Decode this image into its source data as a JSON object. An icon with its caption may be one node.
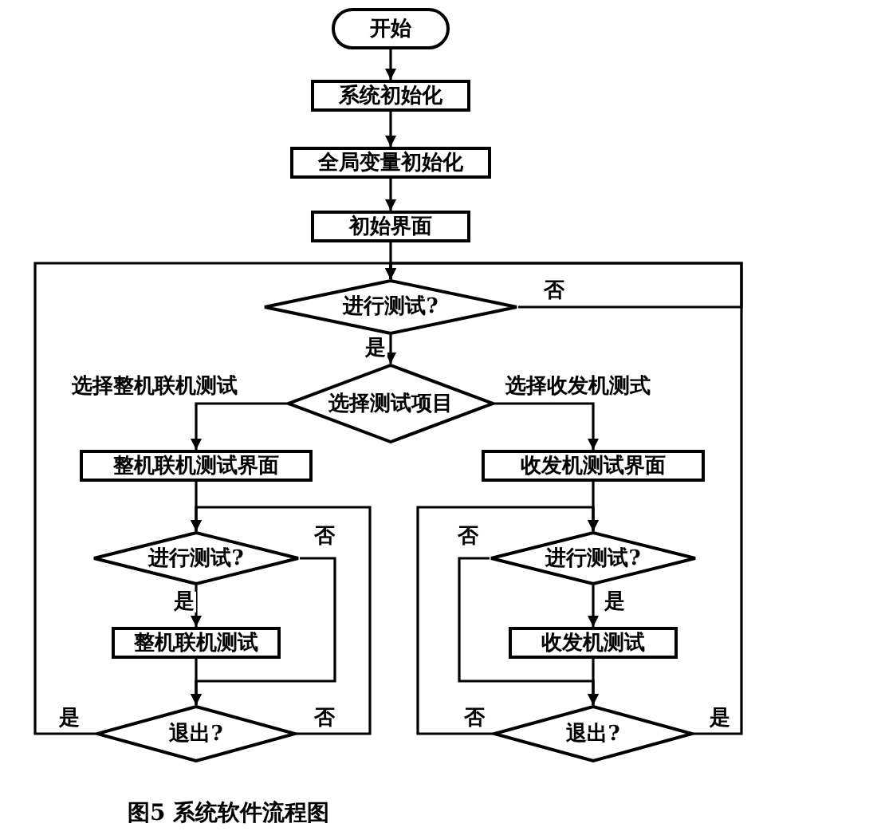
{
  "diagram": {
    "caption": "图5 系统软件流程图",
    "nodes": [
      {
        "text": [
          "开始"
        ]
      },
      {
        "text": [
          "系统初始化"
        ]
      },
      {
        "text": [
          "全局变量初始化"
        ]
      },
      {
        "text": [
          "初始界面"
        ]
      },
      {
        "text": [
          "进行测试?"
        ]
      },
      {
        "text": [
          "选择测试项目"
        ]
      },
      {
        "text": [
          "整机联机测试界面"
        ]
      },
      {
        "text": [
          "收发机测试界面"
        ]
      },
      {
        "text": [
          "进行测试?"
        ]
      },
      {
        "text": [
          "整机联机测试"
        ]
      },
      {
        "text": [
          "退出?"
        ]
      },
      {
        "text": [
          "进行测试?"
        ]
      },
      {
        "text": [
          "收发机测试"
        ]
      },
      {
        "text": [
          "退出?"
        ]
      }
    ],
    "edges": [
      {
        "from": 0,
        "to": 1,
        "arrow": "to"
      },
      {
        "from": 1,
        "to": 2,
        "arrow": "to"
      },
      {
        "from": 2,
        "to": 3,
        "arrow": "to"
      },
      {
        "from": 3,
        "to": 4,
        "arrow": "to"
      },
      {
        "from": 4,
        "to": 5,
        "arrow": "to",
        "label": "是"
      },
      {
        "from": 4,
        "to": 4,
        "arrow": "to",
        "label": "否"
      },
      {
        "from": 5,
        "to": 6,
        "arrow": "to",
        "label": "选择整机联机测试"
      },
      {
        "from": 5,
        "to": 7,
        "arrow": "to",
        "label": "选择收发机测式"
      },
      {
        "from": 6,
        "to": 8,
        "arrow": "to"
      },
      {
        "from": 8,
        "to": 9,
        "arrow": "to",
        "label": "是"
      },
      {
        "from": 9,
        "to": 10,
        "arrow": "to"
      },
      {
        "from": 8,
        "to": 10,
        "arrow": "to",
        "label": "否"
      },
      {
        "from": 10,
        "to": 8,
        "arrow": "to",
        "label": "否"
      },
      {
        "from": 10,
        "to": 4,
        "arrow": "to",
        "label": "是"
      },
      {
        "from": 7,
        "to": 11,
        "arrow": "to"
      },
      {
        "from": 11,
        "to": 12,
        "arrow": "to",
        "label": "是"
      },
      {
        "from": 12,
        "to": 13,
        "arrow": "to"
      },
      {
        "from": 11,
        "to": 13,
        "arrow": "to",
        "label": "否"
      },
      {
        "from": 13,
        "to": 11,
        "arrow": "to",
        "label": "否"
      },
      {
        "from": 13,
        "to": 4,
        "arrow": "to",
        "label": "是"
      }
    ]
  }
}
